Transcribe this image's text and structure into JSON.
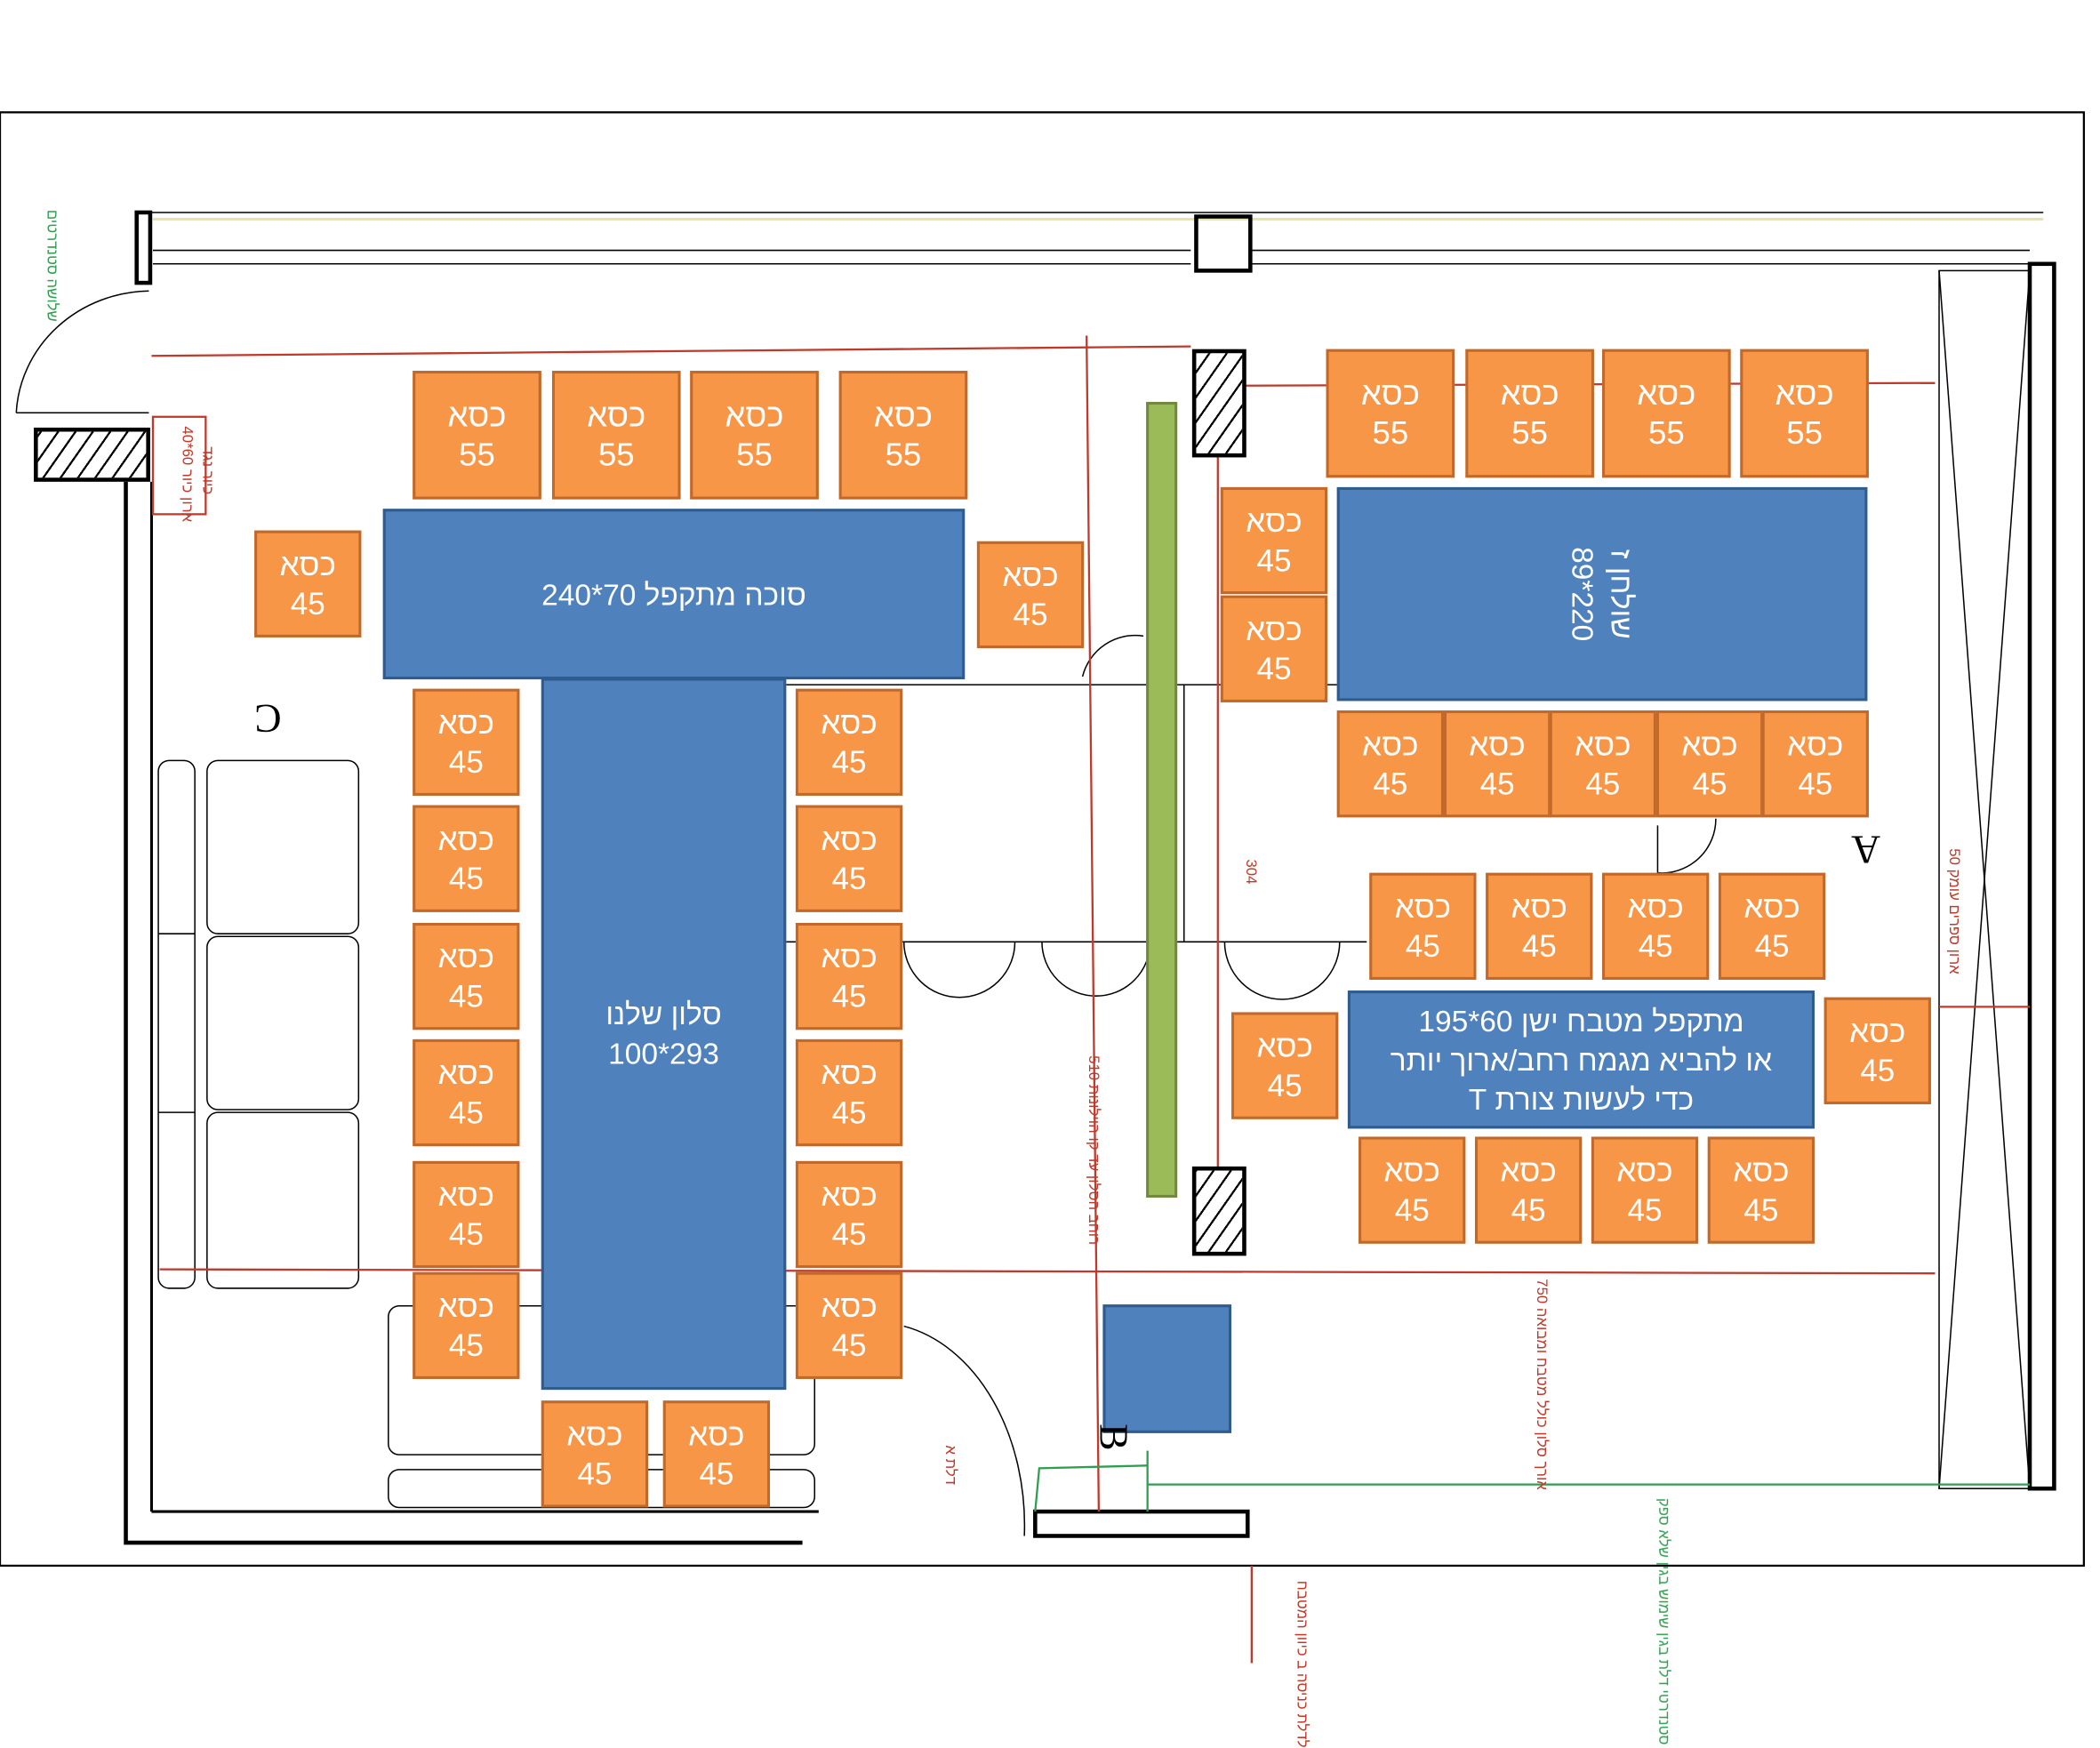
{
  "chair_label": "כסא",
  "chairs": [
    "55",
    "55",
    "55",
    "55",
    "55",
    "55",
    "55",
    "55",
    "45",
    "45",
    "45",
    "45",
    "45",
    "45",
    "45",
    "45",
    "45",
    "45",
    "45",
    "45",
    "45",
    "45",
    "45",
    "45",
    "45",
    "45",
    "45",
    "45",
    "45",
    "45",
    "45",
    "45",
    "45",
    "45",
    "45",
    "45",
    "45",
    "45",
    "45",
    "45",
    "45"
  ],
  "tables": {
    "sukkah": "סוכה מתקפל 70*240",
    "salon_line1": "סלון שלנו",
    "salon_line2": "293*100",
    "table_z_line1": "שולחן ז",
    "table_z_line2": "220*89",
    "kitchen_line1": "מתקפל מטבח ישן 60*195",
    "kitchen_line2": "או להביא מגמח רחב/ארוך יותר",
    "kitchen_line3": "כדי לעשות צורת T"
  },
  "notes": {
    "left_green": "שלושה סטנדרטים",
    "sink_line1": "ארון כיור 60*40",
    "sink_line2": "כיור נגד",
    "dim_304": "304",
    "dim_510": "רוחב הסלון עד קו הוילונות 510",
    "dim_750": "אורך סלון כולל מטבח ומבואה 750",
    "door_a": "דלת א",
    "bottom_green": "סטנדרטי דלת בגין שימוש בגין שלא ספק",
    "entrance": "לדלת כניסה ב כיוון המטבח",
    "bookcase": "ארון ספרים עומק 50"
  },
  "markers": {
    "a": "A",
    "b": "B",
    "c": "C"
  },
  "colors": {
    "chair": "#f79646",
    "table": "#4f81bd",
    "partition": "#9bbb59",
    "dimension": "#c0392b",
    "note": "#2e9e4f"
  }
}
